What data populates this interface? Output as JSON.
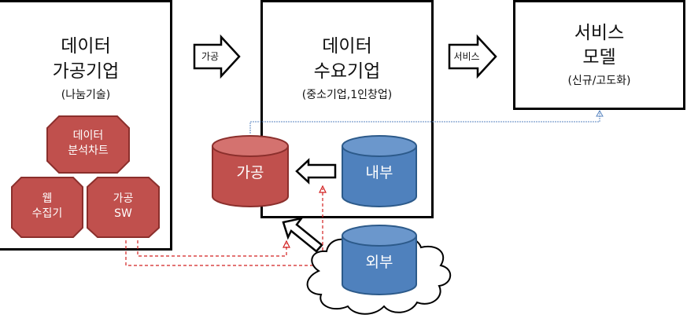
{
  "left_box": {
    "title_line1": "데이터",
    "title_line2": "가공기업",
    "subtitle": "(나눔기술)"
  },
  "center_box": {
    "title_line1": "데이터",
    "title_line2": "수요기업",
    "subtitle": "(중소기업,1인창업)"
  },
  "right_box": {
    "title_line1": "서비스",
    "title_line2": "모델",
    "subtitle": "(신규/고도화)"
  },
  "arrows": {
    "processing": "가공",
    "service": "서비스"
  },
  "octagons": {
    "analysis_line1": "데이터",
    "analysis_line2": "분석차트",
    "web_line1": "웹",
    "web_line2": "수집기",
    "sw_line1": "가공",
    "sw_line2": "SW"
  },
  "cylinders": {
    "processed": "가공",
    "internal": "내부",
    "external": "외부"
  },
  "colors": {
    "red_fill": "#c0504d",
    "red_stroke": "#8b2f2c",
    "blue_fill": "#4f81bd",
    "blue_stroke": "#2c5a8a",
    "dashed_red": "#d22020",
    "thin_blue": "#5a86c0"
  }
}
